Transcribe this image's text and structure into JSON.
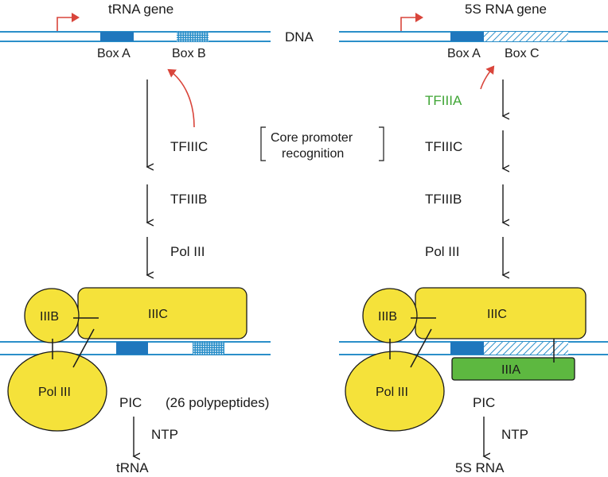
{
  "labels": {
    "trna_gene": "tRNA gene",
    "rna5s_gene": "5S RNA gene",
    "dna": "DNA",
    "box_a": "Box A",
    "box_b": "Box B",
    "box_c": "Box C",
    "core_promoter_line1": "Core promoter",
    "core_promoter_line2": "recognition",
    "tfiiia": "TFIIIA",
    "tfiiic": "TFIIIC",
    "tfiiib": "TFIIIB",
    "pol3": "Pol III",
    "complex_iiib": "IIIB",
    "complex_iiic": "IIIC",
    "complex_iiia": "IIIA",
    "complex_pol3": "Pol III",
    "pic": "PIC",
    "polypeptides": "(26 polypeptides)",
    "ntp": "NTP",
    "trna": "tRNA",
    "rna5s": "5S RNA"
  },
  "colors": {
    "dna_blue": "#2b8fc9",
    "box_blue": "#1f77bd",
    "arrow_red": "#d9453b",
    "factor_yellow": "#f5e23a",
    "iiia_green": "#5db840",
    "tfiiia_text": "#3fa535"
  }
}
